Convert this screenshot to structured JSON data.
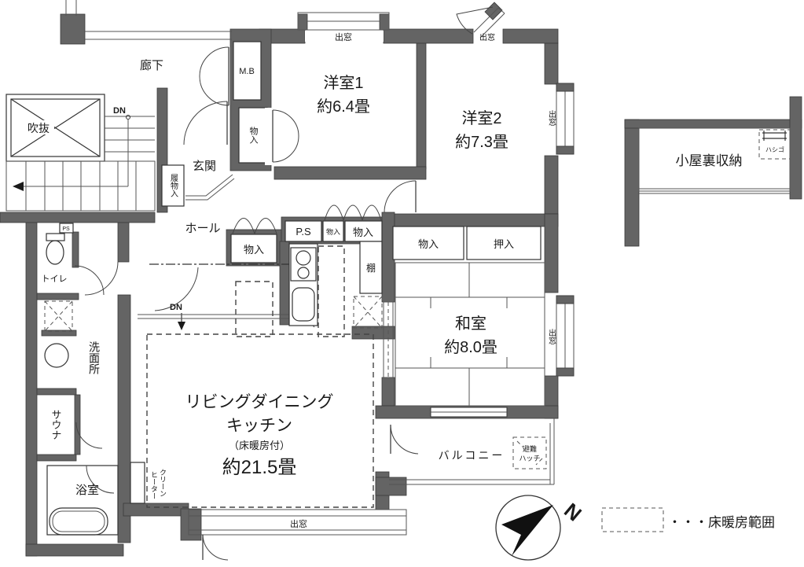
{
  "labels": {
    "corridor": "廊下",
    "void": "吹抜",
    "dn": "DN",
    "meter_box": "M.B",
    "entrance": "玄関",
    "shoe_storage": "履物入",
    "hall": "ホール",
    "closet": "物入",
    "pipe_space": "P.S",
    "pipe_space_small": "PS",
    "shelf": "棚",
    "oshiire": "押入",
    "bay_window": "出窓",
    "toilet": "トイレ",
    "washroom": "洗面所",
    "sauna": "サウナ",
    "bath": "浴室",
    "heater_col1": "クリーン",
    "heater_col2": "ヒーター",
    "ladder": "ハシゴ",
    "attic": "小屋裏収納",
    "balcony": "バルコニー",
    "hatch_line1": "避難",
    "hatch_line2": "ハッチ"
  },
  "rooms": {
    "western1": {
      "name": "洋室1",
      "size": "約6.4畳"
    },
    "western2": {
      "name": "洋室2",
      "size": "約7.3畳"
    },
    "japanese": {
      "name": "和室",
      "size": "約8.0畳"
    },
    "ldk": {
      "line1": "リビングダイニング",
      "line2": "キッチン",
      "line3": "（床暖房付）",
      "line4": "約21.5畳"
    }
  },
  "compass": {
    "north": "N"
  },
  "legend": {
    "floor_heating": "・・・床暖房範囲"
  },
  "colors": {
    "wall": "#646464",
    "line": "#222222",
    "background": "#ffffff"
  }
}
